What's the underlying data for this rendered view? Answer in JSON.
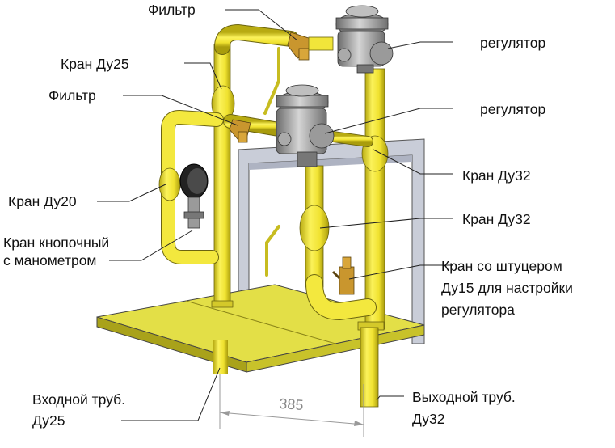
{
  "labels": {
    "filter_top": "Фильтр",
    "valve_du25": "Кран Ду25",
    "filter_mid": "Фильтр",
    "valve_du20": "Кран Ду20",
    "button_valve_line1": "Кран кнопочный",
    "button_valve_line2": "с манометром",
    "inlet_line1": "Входной труб.",
    "inlet_line2": "Ду25",
    "regulator_top": "регулятор",
    "regulator_mid": "регулятор",
    "valve_du32_a": "Кран Ду32",
    "valve_du32_b": "Кран Ду32",
    "fitting_line1": "Кран со штуцером",
    "fitting_line2": "Ду15 для настройки",
    "fitting_line3": "регулятора",
    "outlet_line1": "Выходной труб.",
    "outlet_line2": "Ду32"
  },
  "dimension": {
    "value": "385"
  },
  "colors": {
    "pipe": "#f2e63a",
    "pipe_shade": "#b9ad10",
    "plate": "#e3df47",
    "frame": "#c9cdd8",
    "regulator": "#9a9a9a",
    "valve_brass": "#c9962e"
  }
}
